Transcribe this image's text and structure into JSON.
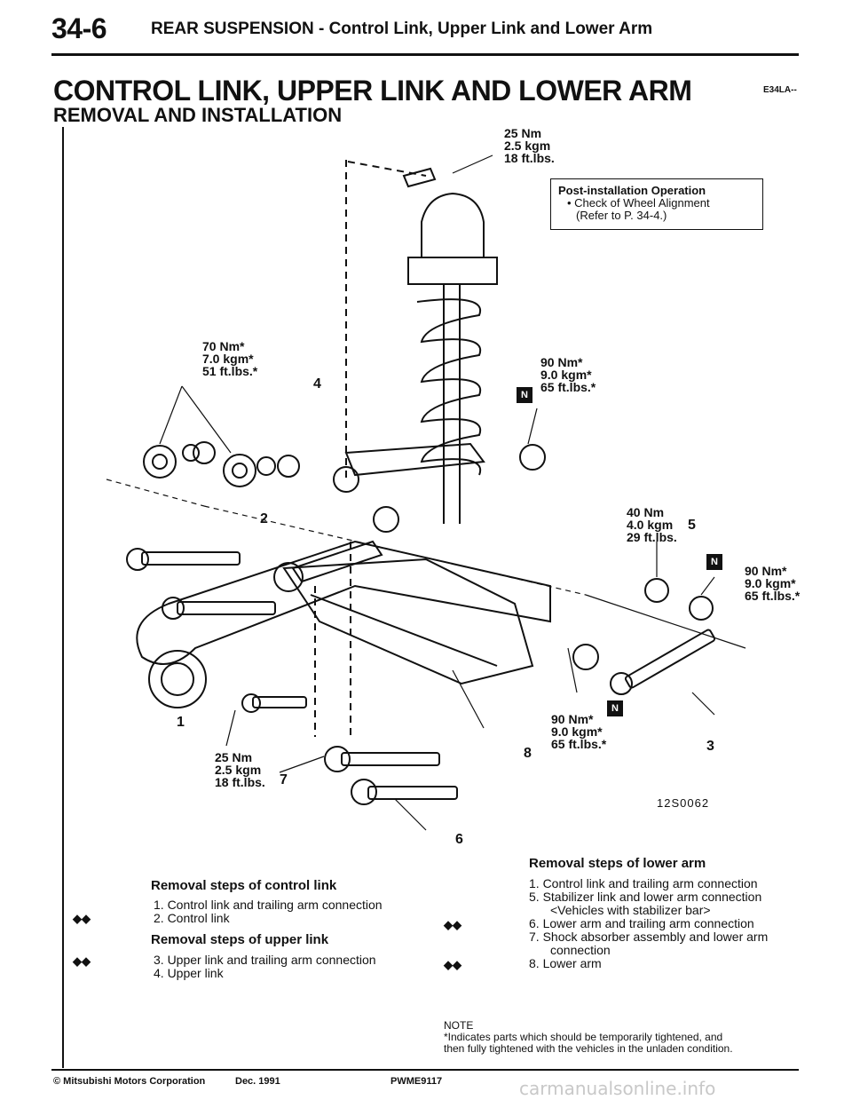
{
  "header": {
    "page_number": "34-6",
    "section": "REAR SUSPENSION - Control Link, Upper Link and Lower Arm"
  },
  "title": {
    "main": "CONTROL LINK, UPPER LINK AND LOWER ARM",
    "code": "E34LA--",
    "subtitle": "REMOVAL AND INSTALLATION"
  },
  "post_installation": {
    "title": "Post-installation Operation",
    "item": "•  Check of Wheel Alignment",
    "ref": "(Refer to P. 34-4.)"
  },
  "torques": {
    "top": "25 Nm\n2.5 kgm\n18 ft.lbs.",
    "left": "70 Nm*\n7.0 kgm*\n51 ft.lbs.*",
    "shock": "90 Nm*\n9.0 kgm*\n65 ft.lbs.*",
    "stab": "40 Nm\n4.0 kgm\n29 ft.lbs.",
    "right": "90 Nm*\n9.0 kgm*\n65 ft.lbs.*",
    "lower": "90 Nm*\n9.0 kgm*\n65 ft.lbs.*",
    "bottom": "25 Nm\n2.5 kgm\n18 ft.lbs."
  },
  "callouts": [
    "1",
    "2",
    "3",
    "4",
    "5",
    "6",
    "7",
    "8"
  ],
  "n_mark": "N",
  "diagram_code": "12S0062",
  "control_link": {
    "heading": "Removal steps of control link",
    "steps": [
      "1. Control link and trailing arm connection",
      "2. Control link"
    ]
  },
  "upper_link": {
    "heading": "Removal steps of upper link",
    "steps": [
      "3. Upper link and trailing arm connection",
      "4. Upper link"
    ]
  },
  "lower_arm": {
    "heading": "Removal steps of lower arm",
    "steps": [
      "1. Control link and trailing arm connection",
      "5. Stabilizer link and lower arm connection",
      "<Vehicles with stabilizer bar>",
      "6. Lower arm and trailing arm connection",
      "7. Shock absorber assembly and lower arm",
      "connection",
      "8. Lower arm"
    ]
  },
  "arrow_mark": "◆◆",
  "note": {
    "label": "NOTE",
    "text1": "*Indicates parts which should be temporarily tightened, and",
    "text2": "then fully tightened with the vehicles in the unladen condition."
  },
  "footer": {
    "copyright": "© Mitsubishi Motors Corporation",
    "date": "Dec. 1991",
    "code": "PWME9117",
    "watermark": "carmanualsonline.info"
  }
}
